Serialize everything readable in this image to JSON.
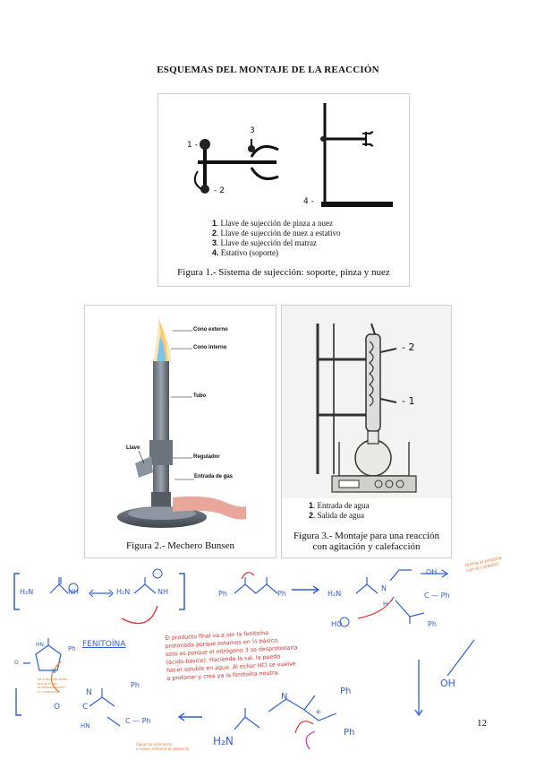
{
  "page": {
    "title": "ESQUEMAS DEL MONTAJE DE LA REACCIÓN",
    "page_number": "12"
  },
  "figure1": {
    "labels": {
      "l1": "1 -",
      "l2": "- 2",
      "l3": "3",
      "l4": "4 -"
    },
    "legend": [
      {
        "num": "1",
        "text": ". Llave de sujección de pinza a nuez"
      },
      {
        "num": "2",
        "text": ". Llave de sujección de nuez a estativo"
      },
      {
        "num": "3",
        "text": ". Llave de sujección del matraz"
      },
      {
        "num": "4.",
        "text": " Estativo (soporte)"
      }
    ],
    "caption": "Figura 1.- Sistema de sujección: soporte, pinza y nuez"
  },
  "figure2": {
    "labels": {
      "cono_externo": "Cono externo",
      "cono_interno": "Cono interno",
      "tubo": "Tubo",
      "llave": "Llave",
      "regulador": "Regulador",
      "entrada_gas": "Entrada de gas"
    },
    "caption": "Figura 2.- Mechero Bunsen"
  },
  "figure3": {
    "labels": {
      "l2": "- 2",
      "l1": "- 1"
    },
    "legend": [
      {
        "num": "1",
        "text": ". Entrada de agua"
      },
      {
        "num": "2",
        "text": ". Salida de agua"
      }
    ],
    "caption_line1": "Figura 3.- Montaje para una reacción",
    "caption_line2": "con agitación y calefacción"
  },
  "notes": {
    "fenitoina": "FENITOÍNA",
    "red_paragraph": [
      "El producto final va a ser la fenitoína",
      "protonada porque estamos en ½ básico,",
      "esto es porque el nitrógeno 3 se desprotonaría",
      "(ácido-básico). Haciendo la sal, la puedo",
      "hacer soluble en agua. Al echar HCl se vuelve",
      "a protonar y crea ya la fenitoína neutra."
    ],
    "orange_note_top": [
      "forma el protona",
      "con el carbonil"
    ],
    "orange_note_left": [
      "va a ser más ácido",
      "que el N por",
      "la deslocalización",
      "a 2 carbonilos"
    ],
    "orange_note_bottom": [
      "Capaz de eliminarse",
      "o volver a formar el carbonilo"
    ],
    "chem": {
      "h2n_a": "H₂N",
      "nh_a": "NH",
      "h2n_b": "H₂N",
      "nh_b": "NH",
      "ph1": "Ph",
      "ph2": "Ph",
      "h2n_c": "H₂N",
      "n_c": "N",
      "h_c": "H",
      "c_ph": "C — Ph",
      "ph3": "Ph",
      "ho": "HO",
      "oh_top": "OH",
      "oh_right": "OH",
      "ph_r1": "Ph",
      "ph_r2": "Ph",
      "h2n_d": "H₂N",
      "n_d": "N",
      "o_left": "O",
      "c_left": "C",
      "n_left": "N",
      "hn_left": "HN",
      "ph_left1": "Ph",
      "c_ph_left": "C — Ph",
      "ph_fen": "Ph",
      "hn_fen": "HN",
      "n_fen": "N",
      "o_fen": "O",
      "plus": "+"
    }
  }
}
